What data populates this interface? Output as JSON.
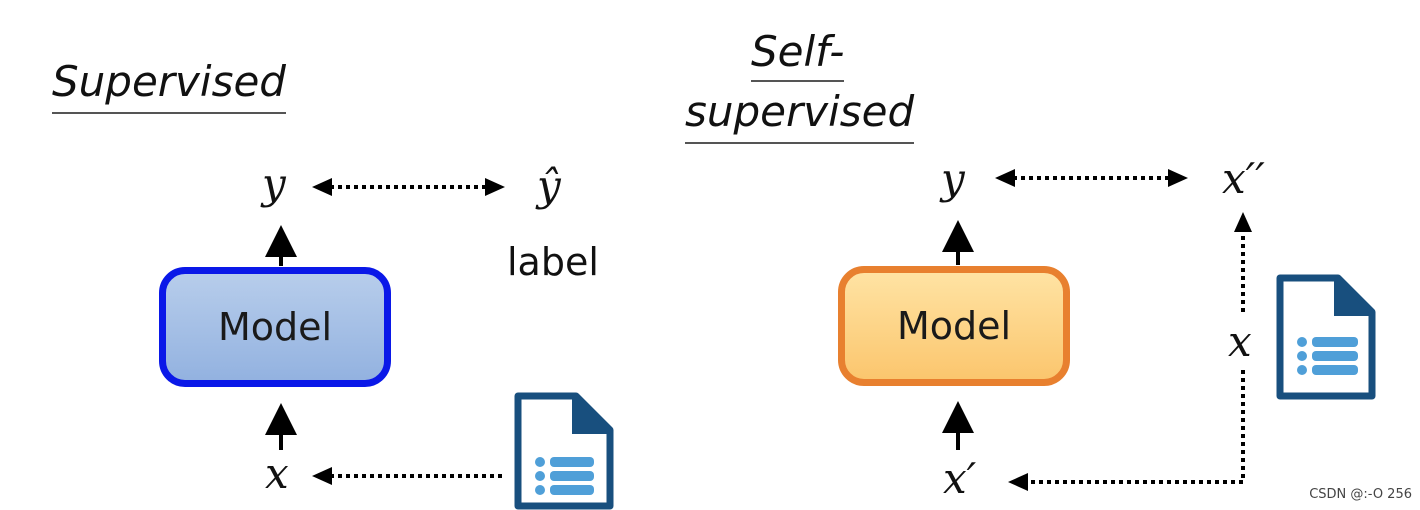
{
  "supervised": {
    "title": "Supervised",
    "model": "Model",
    "output": "y",
    "target": "ŷ",
    "target_caption": "label",
    "input": "x"
  },
  "self_supervised": {
    "title_line1": "Self-",
    "title_line2": "supervised",
    "model": "Model",
    "output": "y",
    "target": "x′′",
    "source": "x",
    "input": "x′"
  },
  "icons": [
    "document-icon",
    "document-icon"
  ],
  "colors": {
    "supervised_border": "#0a18e8",
    "supervised_fill": "#a5c0e6",
    "self_border": "#e8802f",
    "self_fill": "#fdd58a",
    "doc_dark": "#184f7e",
    "doc_light": "#4f9fd8"
  },
  "footer": "CSDN @:-O   256"
}
